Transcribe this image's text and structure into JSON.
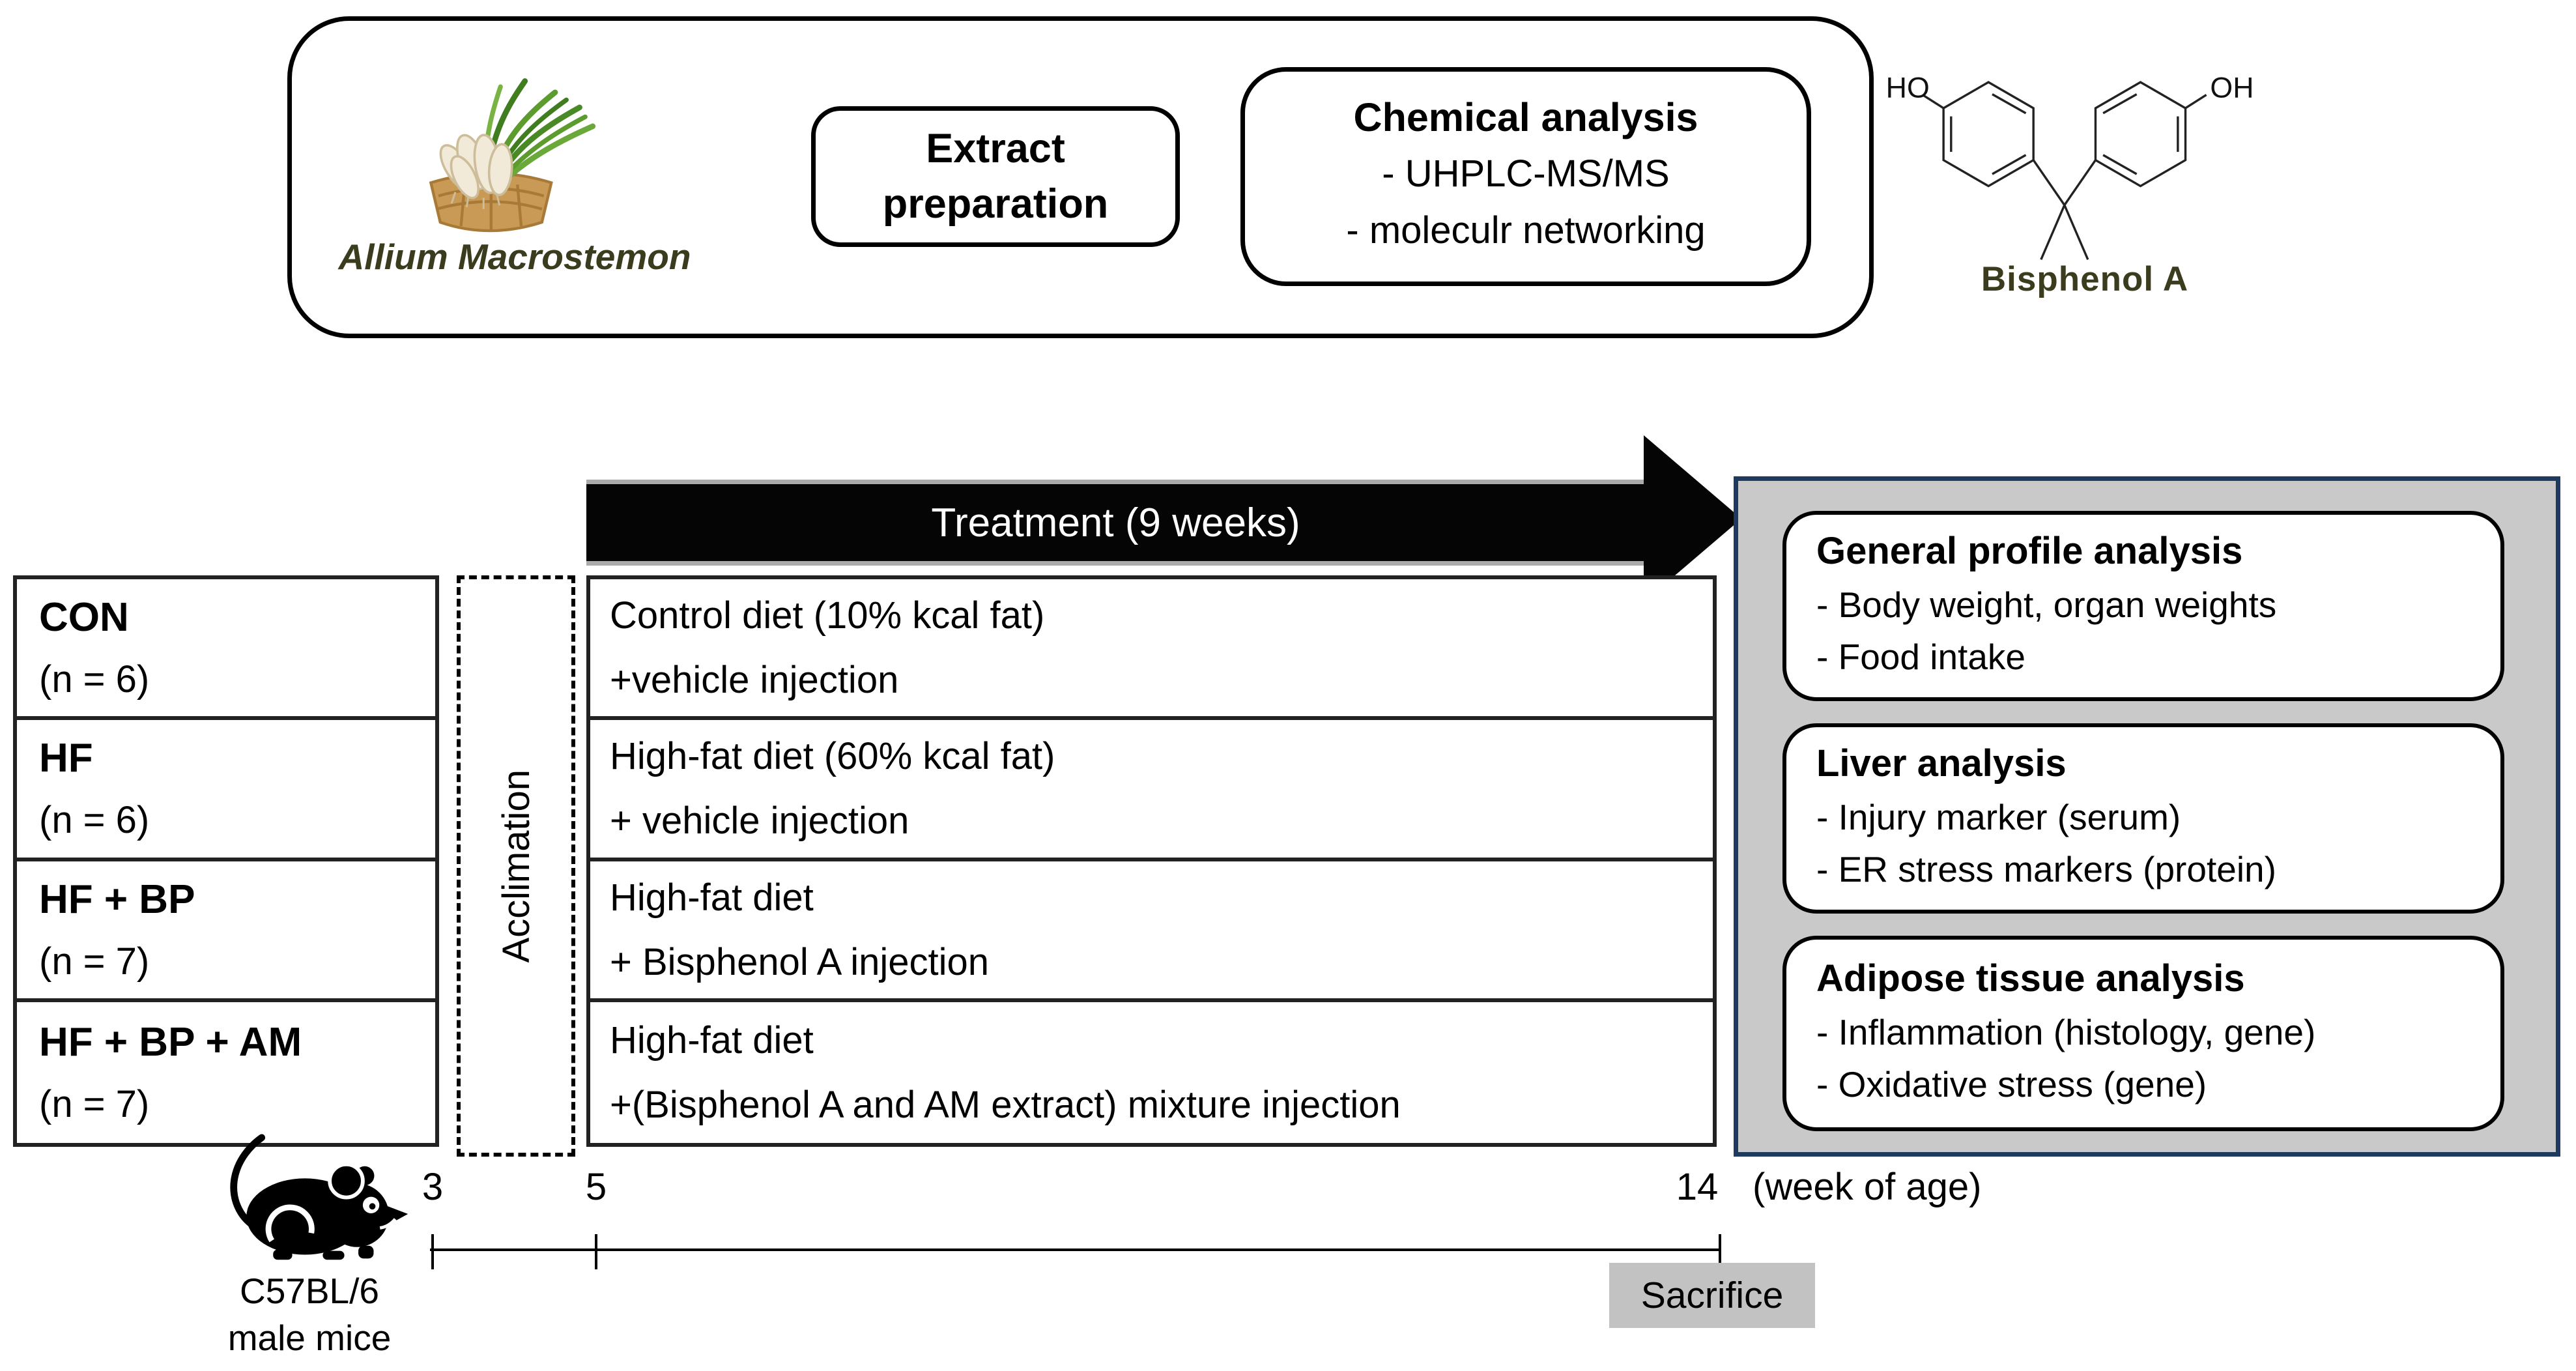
{
  "top_flow": {
    "plant_label": "Allium Macrostemon",
    "extract_box_label": "Extract preparation",
    "chemical_box": {
      "title": "Chemical analysis",
      "items": [
        "- UHPLC-MS/MS",
        "- moleculr networking"
      ]
    },
    "bpa_label": "Bisphenol A",
    "bpa_atoms": {
      "left": "HO",
      "right": "OH"
    }
  },
  "treatment_arrow": {
    "label": "Treatment (9 weeks)"
  },
  "groups": [
    {
      "name": "CON",
      "n": "(n = 6)",
      "diet_line1": "Control diet (10% kcal fat)",
      "diet_line2": "+vehicle injection"
    },
    {
      "name": "HF",
      "n": "(n = 6)",
      "diet_line1": "High-fat diet (60% kcal fat)",
      "diet_line2": "+ vehicle injection"
    },
    {
      "name": "HF + BP",
      "n": "(n = 7)",
      "diet_line1": "High-fat diet",
      "diet_line2": "+ Bisphenol A injection"
    },
    {
      "name": "HF + BP + AM",
      "n": "(n = 7)",
      "diet_line1": "High-fat diet",
      "diet_line2": "+(Bisphenol A and AM extract) mixture injection"
    }
  ],
  "acclimation_label": "Acclimation",
  "analyses": [
    {
      "title": "General profile analysis",
      "items": [
        "- Body weight, organ weights",
        "- Food intake"
      ]
    },
    {
      "title": "Liver analysis",
      "items": [
        "- Injury marker (serum)",
        "- ER stress markers (protein)"
      ]
    },
    {
      "title": "Adipose tissue analysis",
      "items": [
        "- Inflammation (histology, gene)",
        "- Oxidative stress (gene)"
      ]
    }
  ],
  "timeline": {
    "ticks": [
      "3",
      "5",
      "14"
    ],
    "axis_label": "(week of age)",
    "sacrifice_label": "Sacrifice"
  },
  "mouse": {
    "strain_line1": "C57BL/6",
    "strain_line2": "male mice"
  },
  "colors": {
    "olive_text": "#3b3b1e",
    "panel_gray": "#c9c9c9",
    "panel_border_navy": "#1f3a5f",
    "sacrifice_gray": "#c2c2c2",
    "arrow_black": "#050505"
  }
}
